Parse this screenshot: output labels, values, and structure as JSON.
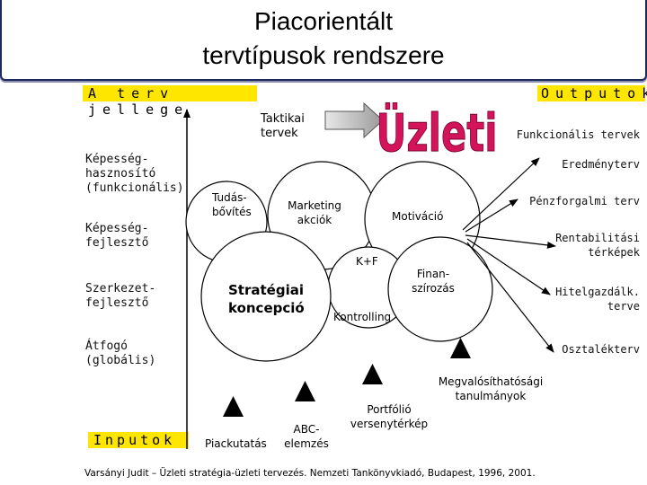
{
  "title": {
    "line1": "Piacorientált",
    "line2": "tervtípusok rendszere"
  },
  "bands": {
    "terv_jellege": "A terv jellege",
    "outputok": "Outputok",
    "inputok": "Inputok"
  },
  "wordart": "Üzleti",
  "left_labels": [
    "Képesség-",
    "hasznosító",
    "(funkcionális)",
    "Képesség-",
    "fejlesztő",
    "Szerkezet-",
    "fejlesztő",
    "Átfogó",
    "(globális)"
  ],
  "right_labels": [
    "Funkcionális tervek",
    "Eredményterv",
    "Pénzforgalmi terv",
    "Rentabilitási",
    "térképek",
    "Hitelgazdálk.",
    "terve",
    "Osztalékterv"
  ],
  "center_labels": {
    "taktikai": [
      "Taktikai",
      "tervek"
    ],
    "tudas": [
      "Tudás-",
      "bővítés"
    ],
    "marketing": [
      "Marketing",
      "akciók"
    ],
    "motivacio": "Motiváció",
    "kf": "K+F",
    "finan": [
      "Finan-",
      "szírozás"
    ],
    "strategiai": [
      "Stratégiai",
      "koncepció"
    ],
    "kontrolling": "Kontrolling"
  },
  "inputs": {
    "piackutatas": "Piackutatás",
    "abc": [
      "ABC-",
      "elemzés"
    ],
    "portfolio": [
      "Portfólió",
      "versenytérkép"
    ],
    "megvalosithatosagi": [
      "Megvalósíthatósági",
      "tanulmányok"
    ]
  },
  "source": "Varsányi Judit – Üzleti stratégia-üzleti tervezés. Nemzeti Tankönyvkiadó, Budapest, 1996, 2001."
}
